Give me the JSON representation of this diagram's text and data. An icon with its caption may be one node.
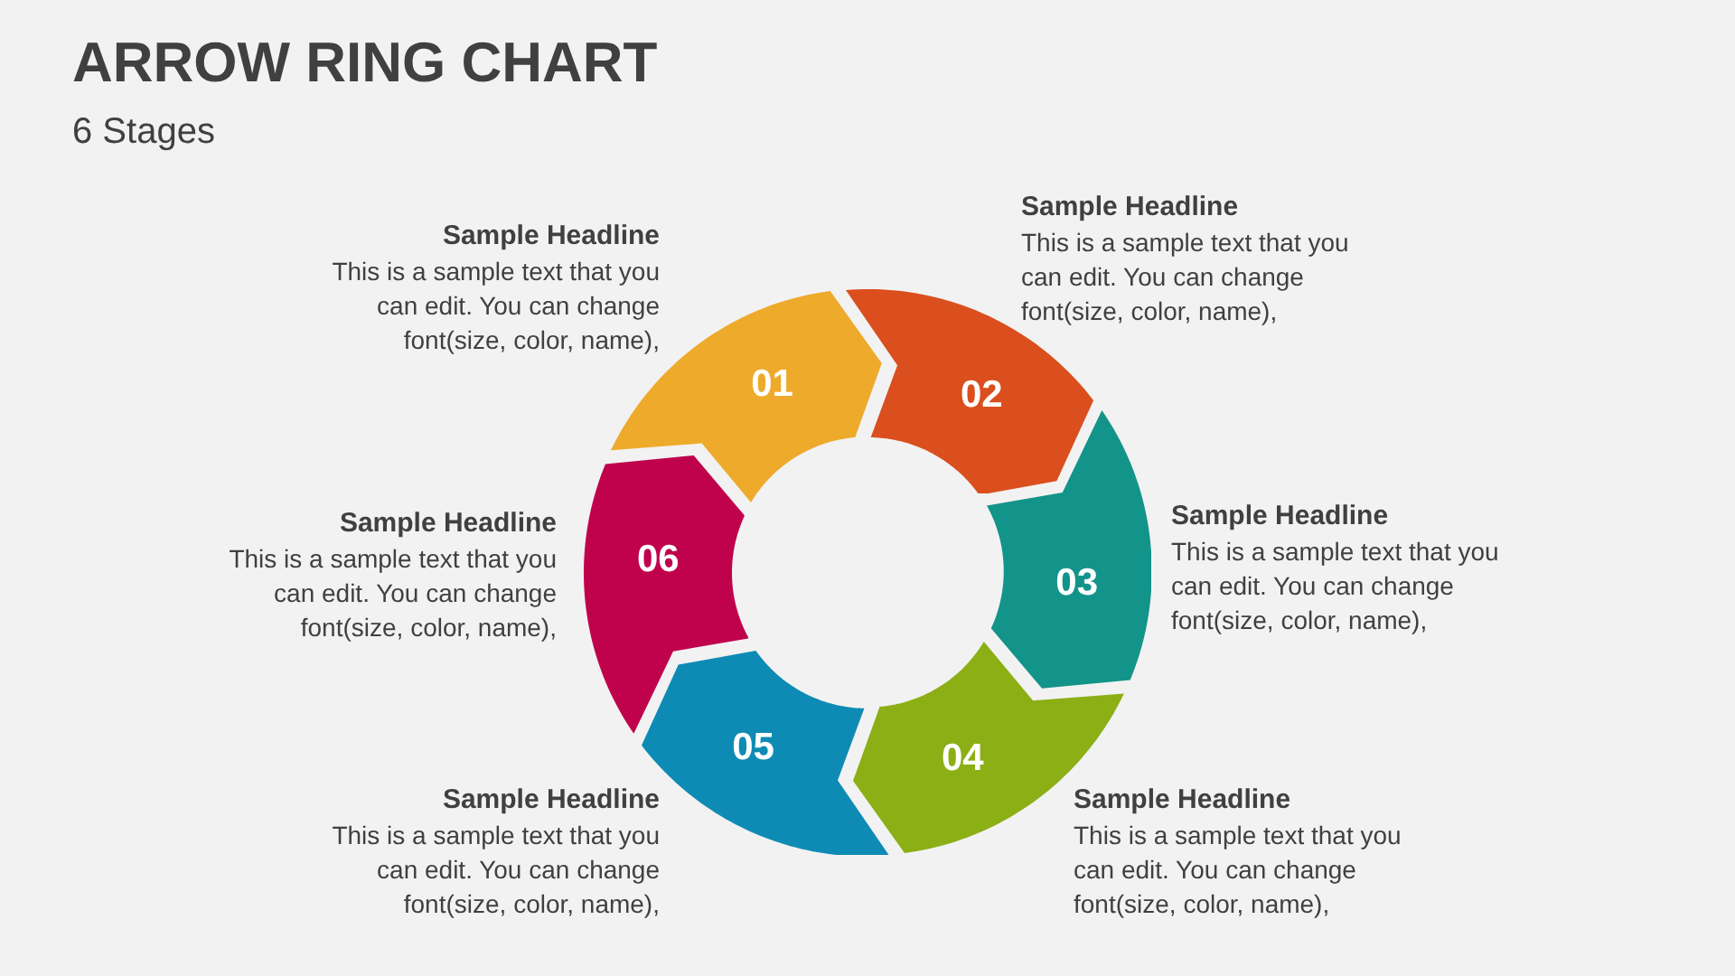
{
  "diagram": {
    "title": "ARROW RING CHART",
    "nodes": [
      {
        "text": [
          "01"
        ],
        "beside": [
          "Sample Headline",
          "This is a sample text that you can edit. You can change font(size, color, name),"
        ]
      },
      {
        "text": [
          "02"
        ],
        "beside": [
          "Sample Headline",
          "This is a sample text that you can edit. You can change font(size, color, name),"
        ]
      },
      {
        "text": [
          "03"
        ],
        "beside": [
          "Sample Headline",
          "This is a sample text that you can edit. You can change font(size, color, name),"
        ]
      },
      {
        "text": [
          "04"
        ],
        "beside": [
          "Sample Headline",
          "This is a sample text that you can edit. You can change font(size, color, name),"
        ]
      },
      {
        "text": [
          "05"
        ],
        "beside": [
          "Sample Headline",
          "This is a sample text that you can edit. You can change font(size, color, name),"
        ]
      },
      {
        "text": [
          "06"
        ],
        "beside": [
          "Sample Headline",
          "This is a sample text that you can edit. You can change font(size, color, name),"
        ]
      }
    ],
    "labels": [
      "6 Stages"
    ]
  }
}
